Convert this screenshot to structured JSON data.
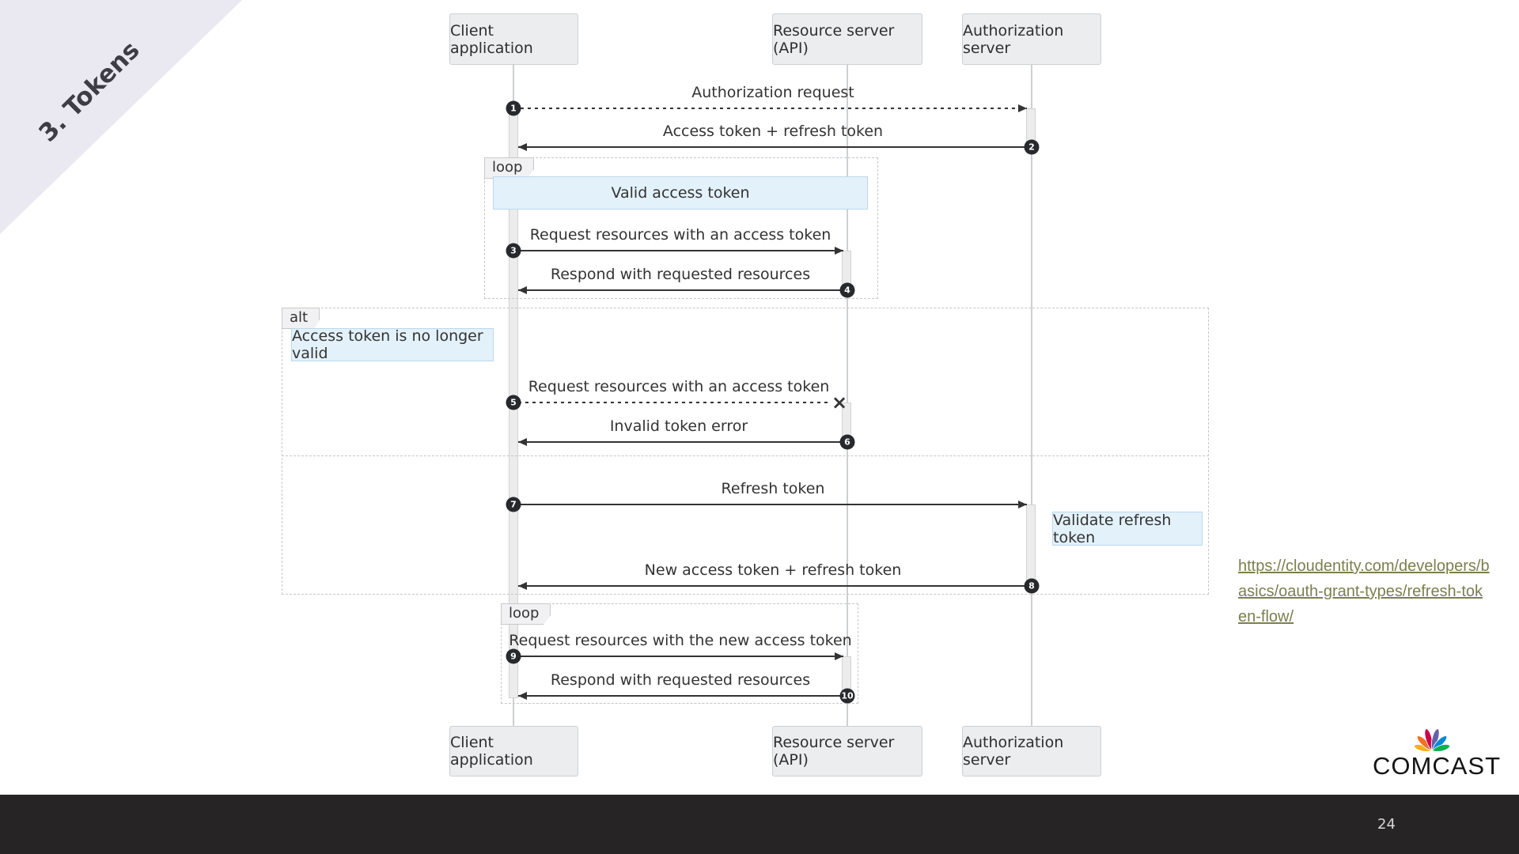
{
  "ribbon": {
    "label": "3. Tokens"
  },
  "diagram": {
    "actors": [
      {
        "label": "Client application"
      },
      {
        "label": "Resource server (API)"
      },
      {
        "label": "Authorization server"
      }
    ],
    "frames": [
      {
        "label": "loop"
      },
      {
        "label": "alt"
      },
      {
        "label": "loop"
      }
    ],
    "notes": [
      {
        "label": "Valid access token"
      },
      {
        "label": "Access token is no longer valid"
      },
      {
        "label": "Validate refresh token"
      }
    ],
    "messages": [
      {
        "num": "1",
        "label": "Authorization request"
      },
      {
        "num": "2",
        "label": "Access token + refresh token"
      },
      {
        "num": "3",
        "label": "Request resources with an access token"
      },
      {
        "num": "4",
        "label": "Respond with requested resources"
      },
      {
        "num": "5",
        "label": "Request resources with an access token"
      },
      {
        "num": "6",
        "label": "Invalid token error"
      },
      {
        "num": "7",
        "label": "Refresh token"
      },
      {
        "num": "8",
        "label": "New access token + refresh token"
      },
      {
        "num": "9",
        "label": "Request resources with the new access token"
      },
      {
        "num": "10",
        "label": "Respond with requested resources"
      }
    ],
    "failed_message_marker": "×"
  },
  "link": {
    "lines": [
      "https://cloudentity.com/developers/b",
      "asics/oauth-grant-types/refresh-tok",
      "en-flow/"
    ],
    "url": "https://cloudentity.com/developers/basics/oauth-grant-types/refresh-token-flow/"
  },
  "logo": {
    "wordmark": "COMCAST"
  },
  "footer": {
    "page_number": "24"
  },
  "colors": {
    "ribbon_bg": "#eae8f1",
    "actor_bg": "#ebedee",
    "note_bg": "#e3f1fa",
    "note_border": "#bcd9ea",
    "arrow": "#333333",
    "link": "#7b7f4e",
    "footer_bg": "#272425",
    "peacock": [
      "#f5b021",
      "#f37021",
      "#cc004c",
      "#6460aa",
      "#0089d0",
      "#0db14b"
    ]
  }
}
